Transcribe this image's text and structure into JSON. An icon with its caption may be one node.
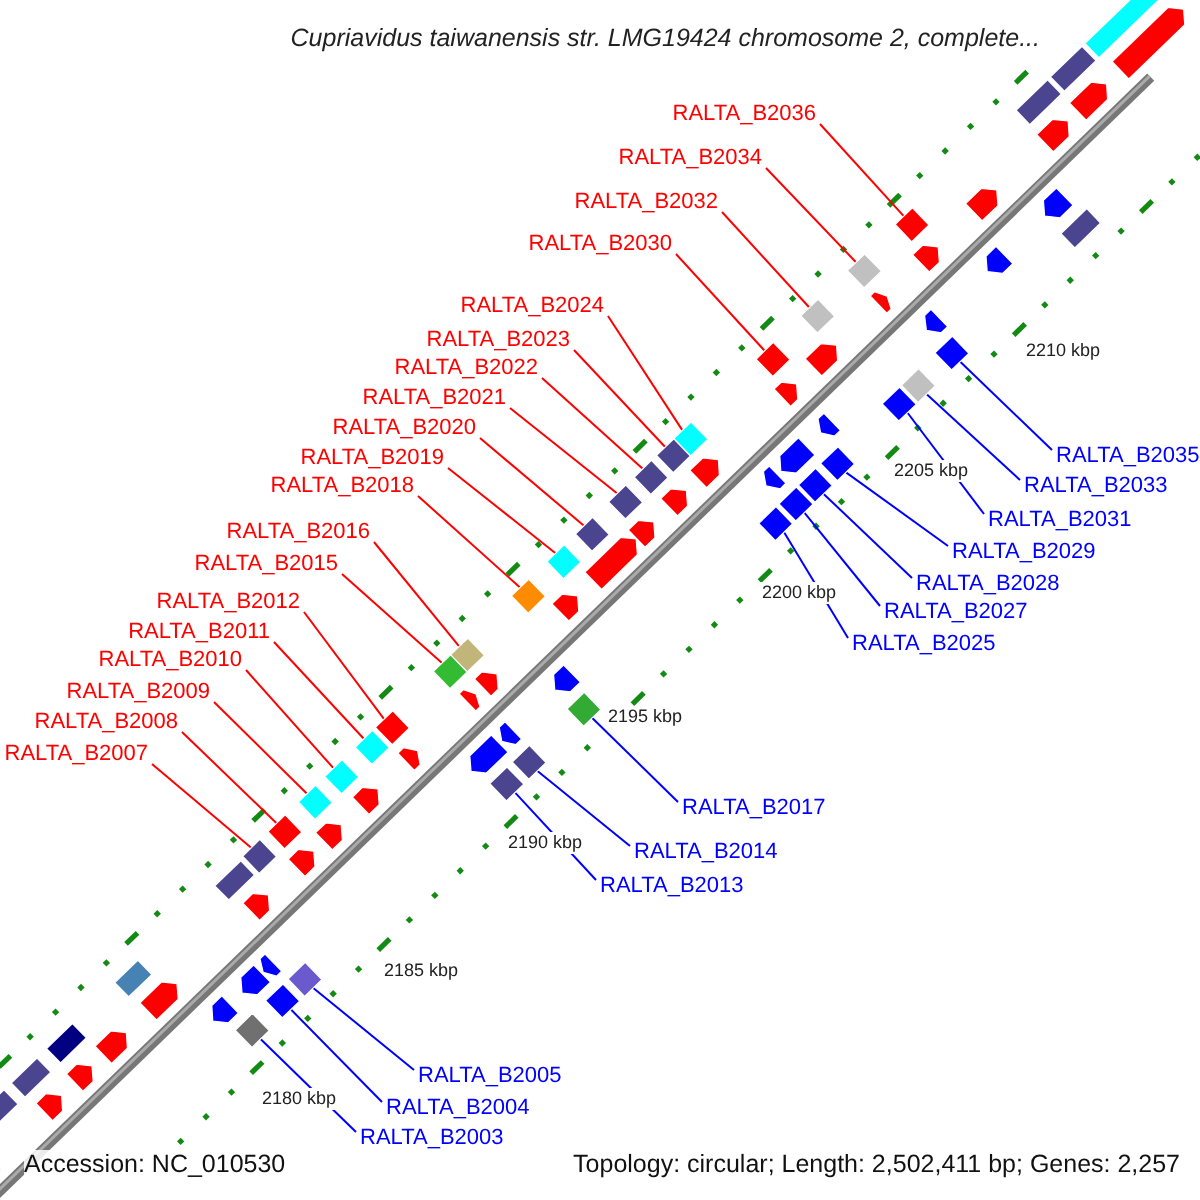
{
  "diagram": {
    "title": "Cupriavidus taiwanensis str. LMG19424 chromosome 2, complete...",
    "nodes": [
      {
        "text": [
          "RALTA_B2036"
        ]
      },
      {
        "text": [
          "RALTA_B2034"
        ]
      },
      {
        "text": [
          "RALTA_B2032"
        ]
      },
      {
        "text": [
          "RALTA_B2030"
        ]
      },
      {
        "text": [
          "RALTA_B2024"
        ]
      },
      {
        "text": [
          "RALTA_B2023"
        ]
      },
      {
        "text": [
          "RALTA_B2022"
        ]
      },
      {
        "text": [
          "RALTA_B2021"
        ]
      },
      {
        "text": [
          "RALTA_B2020"
        ]
      },
      {
        "text": [
          "RALTA_B2019"
        ]
      },
      {
        "text": [
          "RALTA_B2018"
        ]
      },
      {
        "text": [
          "RALTA_B2016"
        ]
      },
      {
        "text": [
          "RALTA_B2015"
        ]
      },
      {
        "text": [
          "RALTA_B2012"
        ]
      },
      {
        "text": [
          "RALTA_B2011"
        ]
      },
      {
        "text": [
          "RALTA_B2010"
        ]
      },
      {
        "text": [
          "RALTA_B2009"
        ]
      },
      {
        "text": [
          "RALTA_B2008"
        ]
      },
      {
        "text": [
          "RALTA_B2007"
        ]
      },
      {
        "text": [
          "RALTA_B2035"
        ]
      },
      {
        "text": [
          "RALTA_B2033"
        ]
      },
      {
        "text": [
          "RALTA_B2031"
        ]
      },
      {
        "text": [
          "RALTA_B2029"
        ]
      },
      {
        "text": [
          "RALTA_B2028"
        ]
      },
      {
        "text": [
          "RALTA_B2027"
        ]
      },
      {
        "text": [
          "RALTA_B2025"
        ]
      },
      {
        "text": [
          "RALTA_B2017"
        ]
      },
      {
        "text": [
          "RALTA_B2014"
        ]
      },
      {
        "text": [
          "RALTA_B2013"
        ]
      },
      {
        "text": [
          "RALTA_B2005"
        ]
      },
      {
        "text": [
          "RALTA_B2004"
        ]
      },
      {
        "text": [
          "RALTA_B2003"
        ]
      },
      {
        "text": [],
        "shape": "diamond"
      },
      {
        "text": [],
        "shape": "diamond"
      },
      {
        "text": [],
        "shape": "diamond"
      },
      {
        "text": [],
        "shape": "diamond"
      },
      {
        "text": [],
        "shape": "diamond"
      },
      {
        "text": [],
        "shape": "diamond"
      },
      {
        "text": [],
        "shape": "diamond"
      },
      {
        "text": [],
        "shape": "diamond"
      },
      {
        "text": [],
        "shape": "diamond"
      },
      {
        "text": [],
        "shape": "diamond"
      },
      {
        "text": [],
        "shape": "diamond"
      },
      {
        "text": [],
        "shape": "diamond"
      },
      {
        "text": [],
        "shape": "diamond"
      },
      {
        "text": [],
        "shape": "diamond"
      },
      {
        "text": [],
        "shape": "diamond"
      },
      {
        "text": [],
        "shape": "diamond"
      },
      {
        "text": [],
        "shape": "diamond"
      },
      {
        "text": [],
        "shape": "diamond"
      },
      {
        "text": [],
        "shape": "diamond"
      },
      {
        "text": [],
        "shape": "diamond"
      },
      {
        "text": [],
        "shape": "diamond"
      },
      {
        "text": [],
        "shape": "diamond"
      },
      {
        "text": [],
        "shape": "diamond"
      },
      {
        "text": [],
        "shape": "diamond"
      },
      {
        "text": [],
        "shape": "diamond"
      },
      {
        "text": [],
        "shape": "diamond"
      },
      {
        "text": [],
        "shape": "diamond"
      },
      {
        "text": [],
        "shape": "diamond"
      },
      {
        "text": [],
        "shape": "diamond"
      },
      {
        "text": [],
        "shape": "diamond"
      },
      {
        "text": [],
        "shape": "diamond"
      },
      {
        "text": [],
        "shape": "diamond"
      },
      {
        "text": [],
        "shape": "box"
      },
      {
        "text": [],
        "shape": "box"
      },
      {
        "text": [],
        "shape": "box"
      },
      {
        "text": [],
        "shape": "box"
      },
      {
        "text": [],
        "shape": "box"
      },
      {
        "text": [],
        "shape": "box"
      },
      {
        "text": [],
        "shape": "box"
      },
      {
        "text": [],
        "shape": "box"
      },
      {
        "text": [],
        "shape": "box"
      },
      {
        "text": [],
        "shape": "pentagon"
      },
      {
        "text": [],
        "shape": "pentagon"
      },
      {
        "text": [],
        "shape": "pentagon"
      },
      {
        "text": [],
        "shape": "pentagon"
      },
      {
        "text": [],
        "shape": "pentagon"
      },
      {
        "text": [],
        "shape": "pentagon"
      },
      {
        "text": [],
        "shape": "pentagon"
      },
      {
        "text": [],
        "shape": "pentagon"
      },
      {
        "text": [],
        "shape": "pentagon"
      },
      {
        "text": [],
        "shape": "pentagon"
      },
      {
        "text": [],
        "shape": "pentagon"
      },
      {
        "text": [],
        "shape": "pentagon"
      },
      {
        "text": [],
        "shape": "pentagon"
      },
      {
        "text": [],
        "shape": "pentagon"
      },
      {
        "text": [],
        "shape": "pentagon"
      },
      {
        "text": [],
        "shape": "pentagon"
      },
      {
        "text": [],
        "shape": "pentagon"
      },
      {
        "text": [],
        "shape": "pentagon"
      },
      {
        "text": [],
        "shape": "pentagon"
      },
      {
        "text": [],
        "shape": "pentagon"
      },
      {
        "text": [],
        "shape": "pentagon"
      },
      {
        "text": [],
        "shape": "pentagon"
      },
      {
        "text": [],
        "shape": "pentagon"
      },
      {
        "text": [],
        "shape": "pentagon"
      },
      {
        "text": [],
        "shape": "pentagon"
      },
      {
        "text": [],
        "shape": "pentagon"
      },
      {
        "text": [],
        "shape": "pentagon"
      },
      {
        "text": [],
        "shape": "pentagon"
      },
      {
        "text": [],
        "shape": "pentagon"
      },
      {
        "text": [],
        "shape": "pentagon"
      },
      {
        "text": [],
        "shape": "pentagon"
      },
      {
        "text": [],
        "shape": "pentagon"
      },
      {
        "text": [],
        "shape": "pentagon"
      },
      {
        "text": [],
        "shape": "pentagon"
      },
      {
        "text": [],
        "shape": "pentagon"
      },
      {
        "text": [],
        "shape": "pentagon"
      },
      {
        "text": [],
        "shape": "pentagon"
      },
      {
        "text": [],
        "shape": "pentagon"
      }
    ],
    "edges": [
      {
        "from": 0,
        "to": 32,
        "arrow": "none"
      },
      {
        "from": 1,
        "to": 33,
        "arrow": "none"
      },
      {
        "from": 2,
        "to": 34,
        "arrow": "none"
      },
      {
        "from": 3,
        "to": 35,
        "arrow": "none"
      },
      {
        "from": 4,
        "to": 36,
        "arrow": "none"
      },
      {
        "from": 5,
        "to": 37,
        "arrow": "none"
      },
      {
        "from": 6,
        "to": 38,
        "arrow": "none"
      },
      {
        "from": 7,
        "to": 39,
        "arrow": "none"
      },
      {
        "from": 8,
        "to": 40,
        "arrow": "none"
      },
      {
        "from": 9,
        "to": 41,
        "arrow": "none"
      },
      {
        "from": 10,
        "to": 42,
        "arrow": "none"
      },
      {
        "from": 11,
        "to": 43,
        "arrow": "none"
      },
      {
        "from": 12,
        "to": 44,
        "arrow": "none"
      },
      {
        "from": 13,
        "to": 45,
        "arrow": "none"
      },
      {
        "from": 14,
        "to": 46,
        "arrow": "none"
      },
      {
        "from": 15,
        "to": 47,
        "arrow": "none"
      },
      {
        "from": 16,
        "to": 48,
        "arrow": "none"
      },
      {
        "from": 17,
        "to": 49,
        "arrow": "none"
      },
      {
        "from": 18,
        "to": 50,
        "arrow": "none"
      },
      {
        "from": 19,
        "to": 51,
        "arrow": "none",
        "color": "#0000ff"
      },
      {
        "from": 20,
        "to": 52,
        "arrow": "none",
        "color": "#0000ff"
      },
      {
        "from": 21,
        "to": 53,
        "arrow": "none",
        "color": "#0000ff"
      },
      {
        "from": 22,
        "to": 54,
        "arrow": "none",
        "color": "#0000ff"
      },
      {
        "from": 23,
        "to": 55,
        "arrow": "none",
        "color": "#0000ff"
      },
      {
        "from": 24,
        "to": 56,
        "arrow": "none",
        "color": "#0000ff"
      },
      {
        "from": 25,
        "to": 57,
        "arrow": "none",
        "color": "#0000ff"
      },
      {
        "from": 26,
        "to": 58,
        "arrow": "none",
        "color": "#0000ff"
      },
      {
        "from": 27,
        "to": 59,
        "arrow": "none",
        "color": "#0000ff"
      },
      {
        "from": 28,
        "to": 60,
        "arrow": "none",
        "color": "#0000ff"
      },
      {
        "from": 29,
        "to": 61,
        "arrow": "none",
        "color": "#0000ff"
      },
      {
        "from": 30,
        "to": 62,
        "arrow": "none",
        "color": "#0000ff"
      },
      {
        "from": 31,
        "to": 63,
        "arrow": "none",
        "color": "#0000ff"
      }
    ],
    "labels": [
      "2210 kbp",
      "2205 kbp",
      "2200 kbp",
      "2195 kbp",
      "2190 kbp",
      "2185 kbp",
      "2180 kbp",
      "Accession: NC_010530",
      "Topology: circular; Length: 2,502,411 bp; Genes: 2,257"
    ]
  }
}
